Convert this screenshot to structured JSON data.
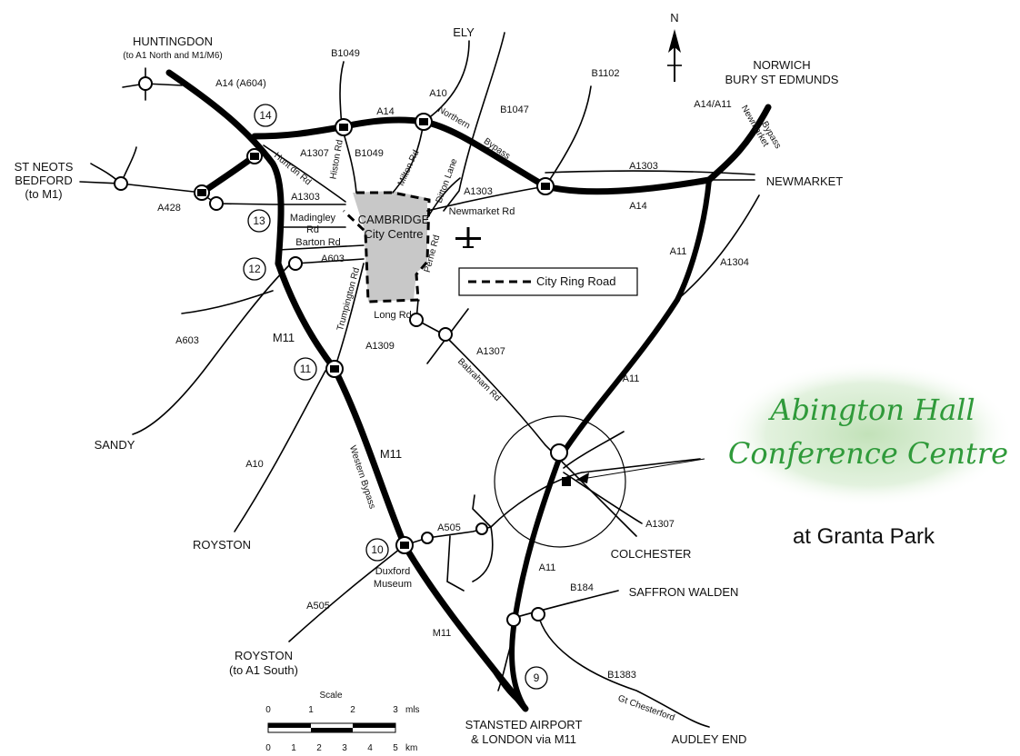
{
  "map": {
    "north": "N",
    "places": {
      "huntingdon": "HUNTINGDON",
      "huntingdon_sub": "(to A1 North and M1/M6)",
      "ely": "ELY",
      "norwich": "NORWICH",
      "bury": "BURY ST EDMUNDS",
      "st_neots": "ST NEOTS",
      "bedford": "BEDFORD",
      "to_m1": "(to M1)",
      "newmarket": "NEWMARKET",
      "cambridge": "CAMBRIDGE",
      "city_centre": "City Centre",
      "sandy": "SANDY",
      "royston1": "ROYSTON",
      "royston2": "ROYSTON",
      "royston2_sub": "(to A1 South)",
      "colchester": "COLCHESTER",
      "saffron_walden": "SAFFRON WALDEN",
      "audley_end": "AUDLEY END",
      "stansted": "STANSTED AIRPORT",
      "stansted_sub": "& LONDON via M11",
      "duxford": "Duxford",
      "duxford_sub": "Museum"
    },
    "roads": {
      "b1049_top": "B1049",
      "a10_top": "A10",
      "b1102": "B1102",
      "a14_a604": "A14 (A604)",
      "a14_mid": "A14",
      "northern": "Northern",
      "bypass": "Bypass",
      "b1047": "B1047",
      "a14_a11": "A14/A11",
      "newmarket_bypass1": "Newmarket",
      "newmarket_bypass2": "Bypass",
      "a1307_top": "A1307",
      "huntingdon_rd": "Hunt'dn Rd",
      "histon_rd": "Histon Rd",
      "b1049_mid": "B1049",
      "milton_rd": "Milton Rd",
      "ditton_lane": "Ditton Lane",
      "a1303_right": "A1303",
      "a1303_mid": "A1303",
      "a1303_left": "A1303",
      "a14_right": "A14",
      "a428": "A428",
      "newmarket_rd": "Newmarket Rd",
      "madingley_rd1": "Madingley",
      "madingley_rd2": "Rd",
      "barton_rd": "Barton Rd",
      "perne_rd": "Perne Rd",
      "a603_mid": "A603",
      "trumpington_rd": "Trumpington Rd",
      "a11_upper": "A11",
      "a1304": "A1304",
      "long_rd": "Long Rd",
      "a603_left": "A603",
      "m11_a": "M11",
      "a1309": "A1309",
      "a1307_mid": "A1307",
      "babraham_rd": "Babraham Rd",
      "a11_mid": "A11",
      "m11_b": "M11",
      "western_bypass": "Western Bypass",
      "a10_bottom": "A10",
      "a1307_bottom": "A1307",
      "a505_mid": "A505",
      "a11_lower": "A11",
      "b184": "B184",
      "a505_left": "A505",
      "m11_c": "M11",
      "b1383": "B1383",
      "gt_chesterford": "Gt Chesterford"
    },
    "junctions": [
      "14",
      "13",
      "12",
      "11",
      "10",
      "9"
    ],
    "legend": {
      "ring_road": "City Ring Road"
    },
    "scale": {
      "title": "Scale",
      "miles": [
        "0",
        "1",
        "2",
        "3"
      ],
      "miles_unit": "mls",
      "km": [
        "0",
        "1",
        "2",
        "3",
        "4",
        "5"
      ],
      "km_unit": "km"
    },
    "brand": {
      "line1": "Abington Hall",
      "line2": "Conference Centre",
      "tagline": "at Granta Park"
    },
    "colors": {
      "road": "#000000",
      "city_fill": "#c8c8c8",
      "brand_green": "#2f9a3a",
      "brand_bg": "#cfe8c8"
    }
  }
}
